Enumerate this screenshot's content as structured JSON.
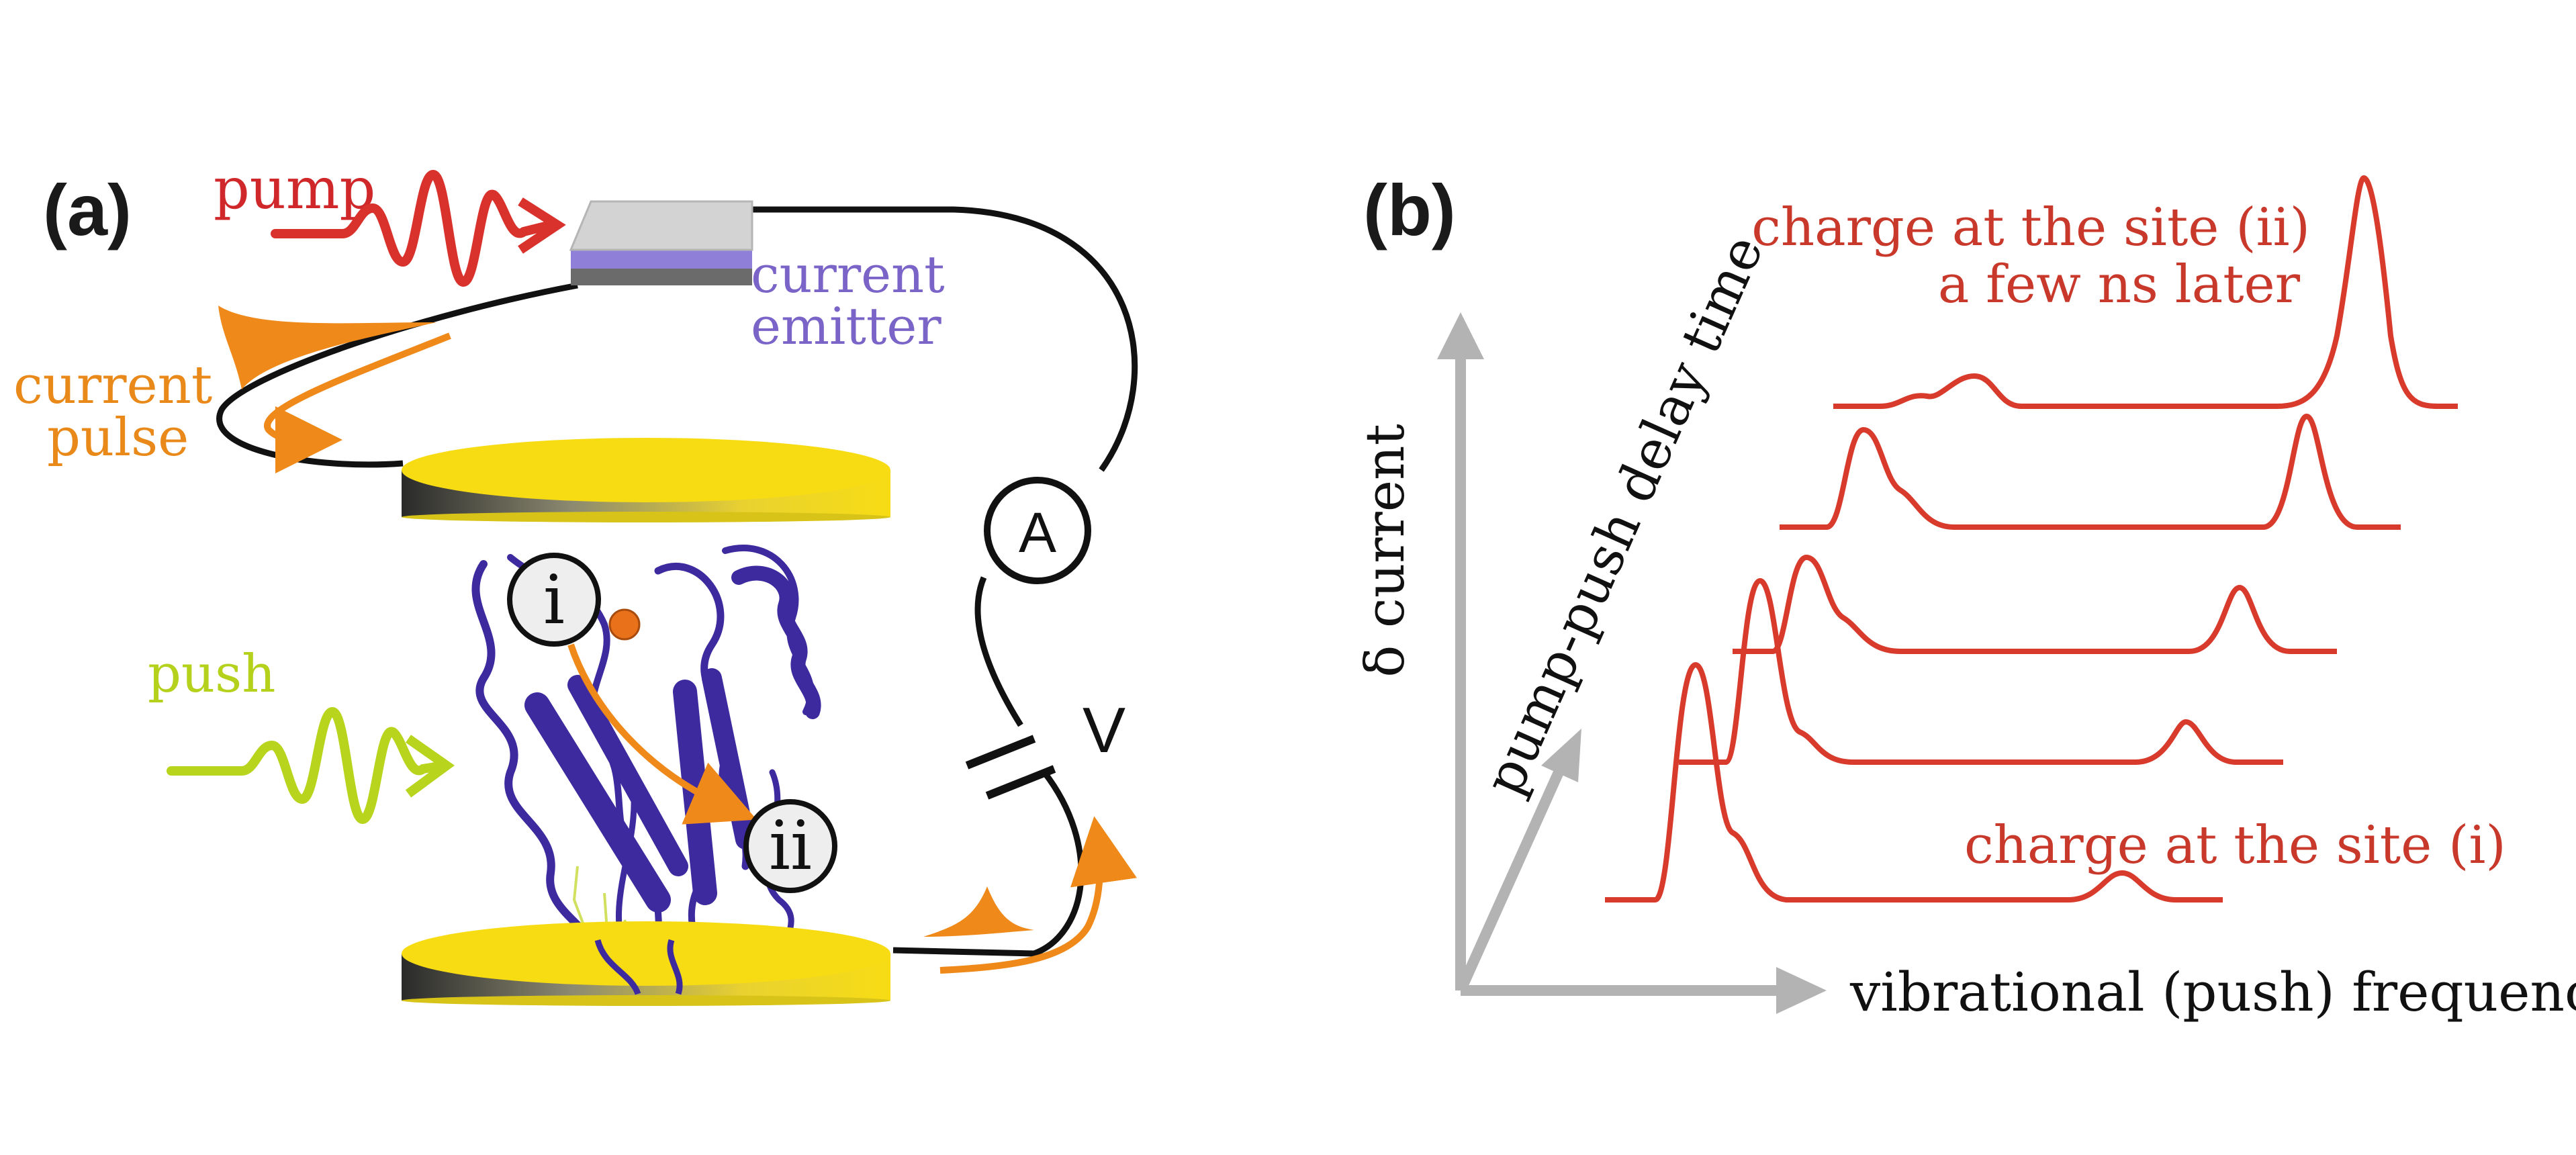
{
  "panel_a": {
    "label": "(a)",
    "pump_label": "pump",
    "current_pulse_label_line1": "current",
    "current_pulse_label_line2": "pulse",
    "emitter_label_line1": "current",
    "emitter_label_line2": "emitter",
    "push_label": "push",
    "site_i_label": "i",
    "site_ii_label": "ii",
    "ammeter_label": "A",
    "voltage_label": "V"
  },
  "panel_b": {
    "label": "(b)",
    "y_axis_label": "δ current",
    "depth_axis_label": "pump-push delay time",
    "x_axis_label": "vibrational (push) frequency",
    "annotation_top_line1": "charge at the site (ii)",
    "annotation_top_line2": "a few ns later",
    "annotation_bottom": "charge at the site (i)"
  },
  "colors": {
    "pump": "#d9312b",
    "push": "#b8d41c",
    "current_pulse": "#ef8a1a",
    "electrode_gold": "#f7dc14",
    "protein": "#3d2a9e",
    "spectra": "#d83a2c",
    "axes": "#b3b3b3"
  }
}
